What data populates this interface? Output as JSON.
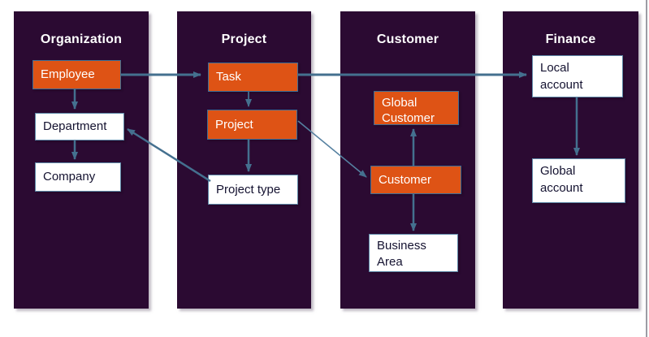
{
  "colors": {
    "panel_background": "#2B0A32",
    "node_orange": "#DE5315",
    "node_white": "#FFFFFF",
    "node_border_orange": "#3E6E96",
    "node_border_white": "#5E89A8",
    "arrow": "#44708F",
    "title_text": "#FFFFFF",
    "node_text_dark": "#141230",
    "node_text_light": "#FFFFFF",
    "page_edge_line": "#9C9CA4"
  },
  "panels": [
    {
      "title": "Organization"
    },
    {
      "title": "Project"
    },
    {
      "title": "Customer"
    },
    {
      "title": "Finance"
    }
  ],
  "nodes": {
    "employee": {
      "label": "Employee",
      "variant": "orange",
      "panel": "Organization"
    },
    "department": {
      "label": "Department",
      "variant": "white",
      "panel": "Organization"
    },
    "company": {
      "label": "Company",
      "variant": "white",
      "panel": "Organization"
    },
    "task": {
      "label": "Task",
      "variant": "orange",
      "panel": "Project"
    },
    "project": {
      "label": "Project",
      "variant": "orange",
      "panel": "Project"
    },
    "project_type": {
      "label": "Project type",
      "variant": "white",
      "panel": "Project"
    },
    "global_customer": {
      "label": "Global\nCustomer",
      "variant": "orange",
      "panel": "Customer"
    },
    "customer": {
      "label": "Customer",
      "variant": "orange",
      "panel": "Customer"
    },
    "business_area": {
      "label": "Business\nArea",
      "variant": "white",
      "panel": "Customer"
    },
    "local_account": {
      "label": "Local\naccount",
      "variant": "white",
      "panel": "Finance"
    },
    "global_account": {
      "label": "Global\naccount",
      "variant": "white",
      "panel": "Finance"
    }
  },
  "connections": [
    {
      "from": "employee",
      "to": "task"
    },
    {
      "from": "employee",
      "to": "department"
    },
    {
      "from": "department",
      "to": "company"
    },
    {
      "from": "task",
      "to": "project"
    },
    {
      "from": "task",
      "to": "local_account"
    },
    {
      "from": "project",
      "to": "project_type"
    },
    {
      "from": "project",
      "to": "customer"
    },
    {
      "from": "project_type",
      "to": "department"
    },
    {
      "from": "customer",
      "to": "global_customer"
    },
    {
      "from": "customer",
      "to": "business_area"
    },
    {
      "from": "local_account",
      "to": "global_account"
    }
  ]
}
